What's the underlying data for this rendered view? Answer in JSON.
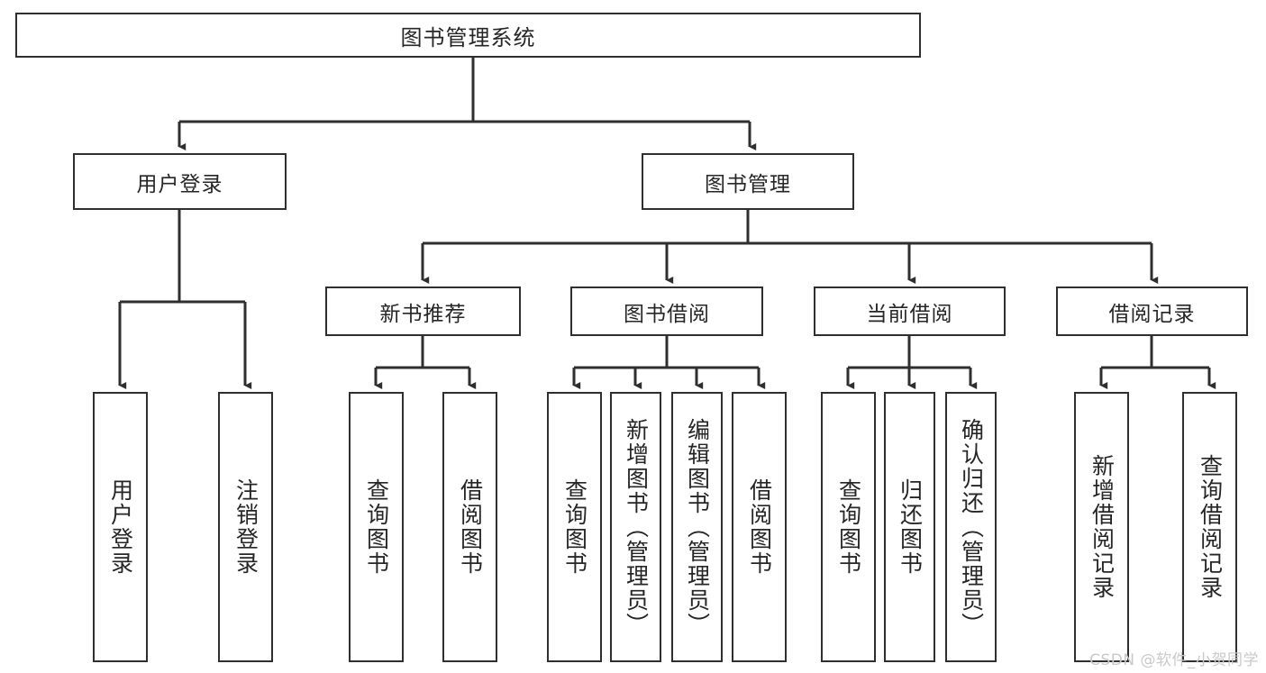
{
  "diagram": {
    "title": "图书管理系统",
    "type": "tree-hierarchy-chart",
    "watermark": "CSDN @软件_小贺同学",
    "colors": {
      "line": "#2f2f2f",
      "box_border": "#2f2f2f",
      "box_fill": "#ffffff",
      "text": "#262626",
      "watermark": "#c9c9c9",
      "background": "#ffffff"
    },
    "nodes": {
      "root": {
        "label": "图书管理系统"
      },
      "level1": [
        {
          "label": "用户登录"
        },
        {
          "label": "图书管理"
        }
      ],
      "level2": [
        {
          "label": "新书推荐"
        },
        {
          "label": "图书借阅"
        },
        {
          "label": "当前借阅"
        },
        {
          "label": "借阅记录"
        }
      ],
      "leaves": {
        "user_login": [
          {
            "label": "用户登录"
          },
          {
            "label": "注销登录"
          }
        ],
        "new_book_recommend": [
          {
            "label": "查询图书"
          },
          {
            "label": "借阅图书"
          }
        ],
        "book_borrow": [
          {
            "label": "查询图书"
          },
          {
            "label": "新增图书（管理员）"
          },
          {
            "label": "编辑图书（管理员）"
          },
          {
            "label": "借阅图书"
          }
        ],
        "current_borrow": [
          {
            "label": "查询图书"
          },
          {
            "label": "归还图书"
          },
          {
            "label": "确认归还（管理员）"
          }
        ],
        "borrow_record": [
          {
            "label": "新增借阅记录"
          },
          {
            "label": "查询借阅记录"
          }
        ]
      }
    }
  }
}
